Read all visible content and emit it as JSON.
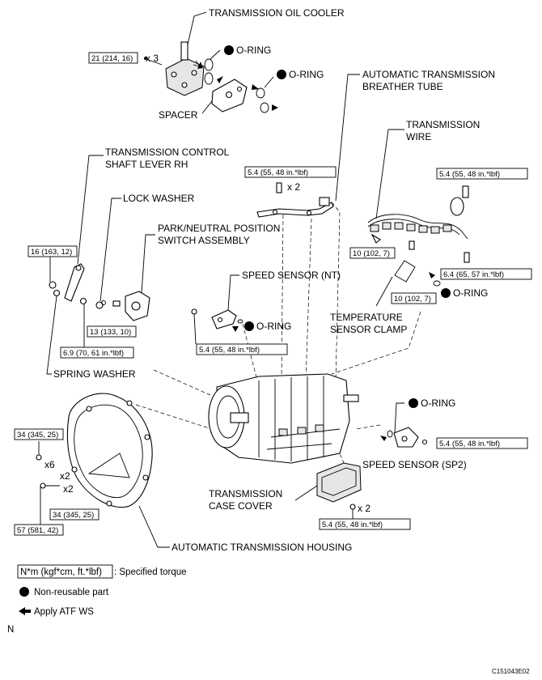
{
  "labels": {
    "transmission_oil_cooler": "TRANSMISSION OIL COOLER",
    "o_ring_1": "O-RING",
    "o_ring_2": "O-RING",
    "spacer": "SPACER",
    "breather_tube_line1": "AUTOMATIC TRANSMISSION",
    "breather_tube_line2": "BREATHER TUBE",
    "transmission_wire_line1": "TRANSMISSION",
    "transmission_wire_line2": "WIRE",
    "control_shaft_lever_line1": "TRANSMISSION CONTROL",
    "control_shaft_lever_line2": "SHAFT LEVER RH",
    "lock_washer": "LOCK WASHER",
    "park_neutral_line1": "PARK/NEUTRAL POSITION",
    "park_neutral_line2": "SWITCH ASSEMBLY",
    "speed_sensor_nt": "SPEED SENSOR (NT)",
    "o_ring_nt": "O-RING",
    "o_ring_wire": "O-RING",
    "temp_clamp_line1": "TEMPERATURE",
    "temp_clamp_line2": "SENSOR CLAMP",
    "spring_washer": "SPRING WASHER",
    "o_ring_sp2": "O-RING",
    "speed_sensor_sp2": "SPEED SENSOR (SP2)",
    "case_cover_line1": "TRANSMISSION",
    "case_cover_line2": "CASE COVER",
    "housing": "AUTOMATIC TRANSMISSION HOUSING"
  },
  "torques": {
    "oil_cooler": "21 (214, 16)",
    "breather": "5.4 (55, 48 in.*lbf)",
    "wire_top": "5.4 (55, 48 in.*lbf)",
    "lever": "16 (163, 12)",
    "wire_clamp_a": "10 (102, 7)",
    "wire_clamp_b": "10 (102, 7)",
    "wire_right": "6.4 (65, 57 in.*lbf)",
    "pnp_switch": "13 (133, 10)",
    "speed_nt": "5.4 (55, 48 in.*lbf)",
    "pnp_nut": "6.9 (70, 61 in.*lbf)",
    "housing_a": "34 (345, 25)",
    "speed_sp2": "5.4 (55, 48 in.*lbf)",
    "housing_b": "34 (345, 25)",
    "housing_c": "57 (581, 42)",
    "case_cover": "5.4 (55, 48 in.*lbf)"
  },
  "quantities": {
    "oil_cooler_bolts": "x 3",
    "breather_bolts": "x 2",
    "housing_bolts_a": "x6",
    "housing_bolts_b1": "x2",
    "housing_bolts_b2": "x2",
    "case_cover_bolts": "x 2"
  },
  "legend": {
    "torque_key": "N*m (kgf*cm, ft.*lbf)",
    "torque_desc": ": Specified torque",
    "non_reusable": "Non-reusable part",
    "apply_atf": "Apply ATF WS",
    "n_mark": "N"
  },
  "figure_code": "C151043E02"
}
